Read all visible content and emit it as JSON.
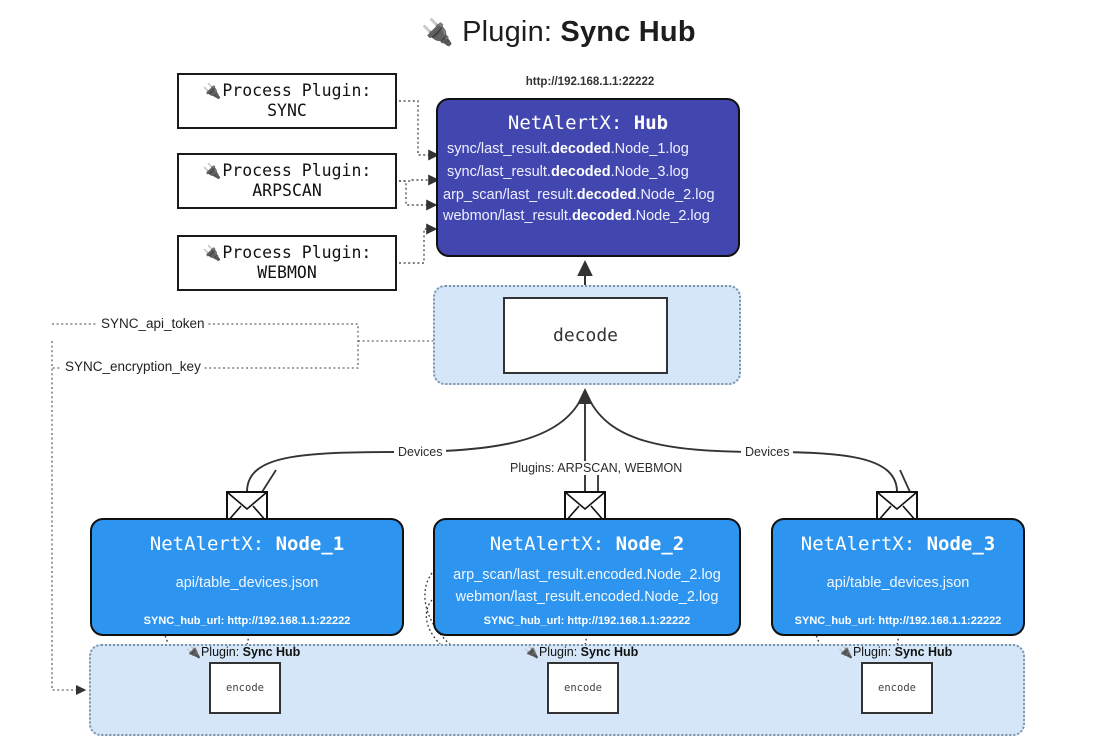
{
  "title": {
    "icon": "🔌",
    "prefix": "Plugin:",
    "name": "Sync Hub"
  },
  "process_plugins": [
    {
      "icon": "🔌",
      "label": "Process Plugin:",
      "name": "SYNC"
    },
    {
      "icon": "🔌",
      "label": "Process Plugin:",
      "name": "ARPSCAN"
    },
    {
      "icon": "🔌",
      "label": "Process Plugin:",
      "name": "WEBMON"
    }
  ],
  "hub": {
    "url": "http://192.168.1.1:22222",
    "title_prefix": "NetAlertX:",
    "title_name": "Hub",
    "lines": [
      {
        "pre": "sync/last_result.",
        "mid": "decoded",
        "post": ".Node_1.log"
      },
      {
        "pre": "sync/last_result.",
        "mid": "decoded",
        "post": ".Node_3.log"
      },
      {
        "pre": "arp_scan/last_result.",
        "mid": "decoded",
        "post": ".Node_2.log"
      },
      {
        "pre": "webmon/last_result.",
        "mid": "decoded",
        "post": ".Node_2.log"
      }
    ]
  },
  "decode": {
    "label": "decode"
  },
  "keys": [
    {
      "label": "SYNC_api_token"
    },
    {
      "label": "SYNC_encryption_key"
    }
  ],
  "edge_labels": {
    "devices_left": "Devices",
    "devices_right": "Devices",
    "plugins_center": "Plugins: ARPSCAN, WEBMON"
  },
  "nodes": [
    {
      "title_prefix": "NetAlertX:",
      "title_name": "Node_1",
      "lines": [
        "api/table_devices.json"
      ],
      "footer": "SYNC_hub_url: http://192.168.1.1:22222"
    },
    {
      "title_prefix": "NetAlertX:",
      "title_name": "Node_2",
      "lines": [
        "arp_scan/last_result.encoded.Node_2.log",
        "webmon/last_result.encoded.Node_2.log"
      ],
      "footer": "SYNC_hub_url: http://192.168.1.1:22222"
    },
    {
      "title_prefix": "NetAlertX:",
      "title_name": "Node_3",
      "lines": [
        "api/table_devices.json"
      ],
      "footer": "SYNC_hub_url: http://192.168.1.1:22222"
    }
  ],
  "encoders": [
    {
      "icon": "🔌",
      "cap_prefix": "Plugin:",
      "cap_name": "Sync Hub",
      "label": "encode"
    },
    {
      "icon": "🔌",
      "cap_prefix": "Plugin:",
      "cap_name": "Sync Hub",
      "label": "encode"
    },
    {
      "icon": "🔌",
      "cap_prefix": "Plugin:",
      "cap_name": "Sync Hub",
      "label": "encode"
    }
  ],
  "colors": {
    "hub": "#4247b0",
    "node": "#2d94f0",
    "panel": "#d4e6f8",
    "stroke": "#333333",
    "background": "#ffffff"
  }
}
